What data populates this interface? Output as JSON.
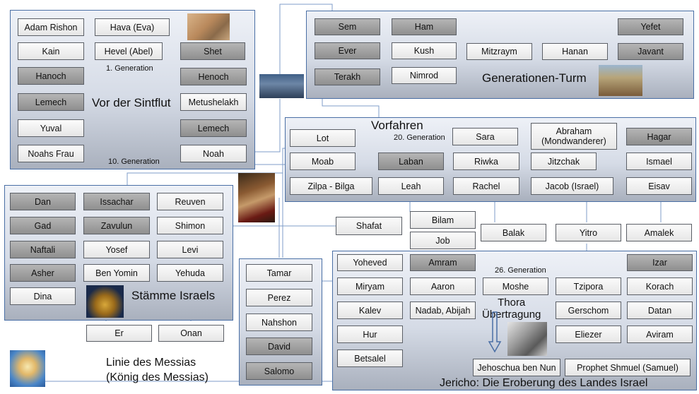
{
  "groups": {
    "flood": {
      "title": "Vor der Sintflut",
      "gen1": "1. Generation",
      "gen10": "10. Generation"
    },
    "tower": {
      "title": "Generationen-Turm"
    },
    "ancestors": {
      "title": "Vorfahren",
      "gen20": "20. Generation"
    },
    "tribes": {
      "title": "Stämme Israels"
    },
    "jericho": {
      "title": "Jericho: Die Eroberung des Landes Israel",
      "gen26": "26. Generation",
      "torah": "Thora\nÜbertragung"
    },
    "messiah": {
      "title": "Linie des Messias\n(König des Messias)"
    }
  },
  "nodes": {
    "adam": "Adam Rishon",
    "hava": "Hava (Eva)",
    "kain": "Kain",
    "hevel": "Hevel (Abel)",
    "shet": "Shet",
    "hanoch": "Hanoch",
    "henoch": "Henoch",
    "lemech1": "Lemech",
    "metushelakh": "Metushelakh",
    "yuval": "Yuval",
    "lemech2": "Lemech",
    "noahs_frau": "Noahs Frau",
    "noah": "Noah",
    "sem": "Sem",
    "ham": "Ham",
    "yefet": "Yefet",
    "ever": "Ever",
    "kush": "Kush",
    "mitzraym": "Mitzraym",
    "hanan": "Hanan",
    "javant": "Javant",
    "terakh": "Terakh",
    "nimrod": "Nimrod",
    "lot": "Lot",
    "sara": "Sara",
    "abraham": "Abraham\n(Mondwanderer)",
    "hagar": "Hagar",
    "moab": "Moab",
    "laban": "Laban",
    "riwka": "Riwka",
    "jitzchak": "Jitzchak",
    "ismael": "Ismael",
    "zilpa": "Zilpa - Bilga",
    "leah": "Leah",
    "rachel": "Rachel",
    "jacob": "Jacob (Israel)",
    "eisav": "Eisav",
    "dan": "Dan",
    "issachar": "Issachar",
    "reuven": "Reuven",
    "gad": "Gad",
    "zavulun": "Zavulun",
    "shimon": "Shimon",
    "naftali": "Naftali",
    "yosef": "Yosef",
    "levi": "Levi",
    "asher": "Asher",
    "ben_yomin": "Ben Yomin",
    "yehuda": "Yehuda",
    "dina": "Dina",
    "er": "Er",
    "onan": "Onan",
    "shafat": "Shafat",
    "bilam": "Bilam",
    "job": "Job",
    "balak": "Balak",
    "yitro": "Yitro",
    "amalek": "Amalek",
    "tamar": "Tamar",
    "perez": "Perez",
    "nahshon": "Nahshon",
    "david": "David",
    "salomo": "Salomo",
    "yoheved": "Yoheved",
    "amram": "Amram",
    "izar": "Izar",
    "miryam": "Miryam",
    "aaron": "Aaron",
    "moshe": "Moshe",
    "tzipora": "Tzipora",
    "korach": "Korach",
    "kalev": "Kalev",
    "nadab": "Nadab, Abijah",
    "gerschom": "Gerschom",
    "datan": "Datan",
    "hur": "Hur",
    "eliezer": "Eliezer",
    "aviram": "Aviram",
    "betsalel": "Betsalel",
    "jehoschua": "Jehoschua ben Nun",
    "shmuel": "Prophet Shmuel (Samuel)"
  },
  "colors": {
    "group_border": "#4a6fa5",
    "wire": "#6f8fbf",
    "node_dark": "#9a9a9a",
    "node_light": "#f2f2f2"
  }
}
